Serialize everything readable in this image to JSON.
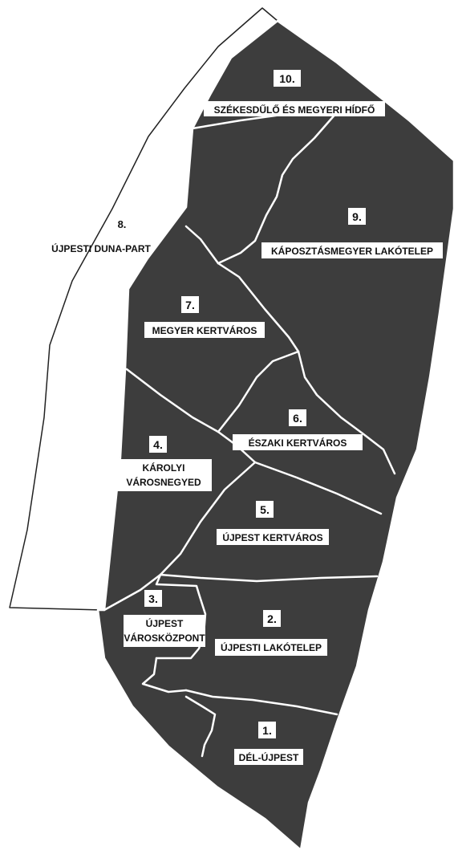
{
  "colors": {
    "district_fill": "#3d3d3d",
    "riverbank_fill": "#ffffff",
    "border": "#ffffff",
    "label_bg": "#ffffff",
    "label_text": "#111111"
  },
  "districts": [
    {
      "id": "d1",
      "number": "1.",
      "name": "DÉL-ÚJPEST"
    },
    {
      "id": "d2",
      "number": "2.",
      "name": "ÚJPESTI LAKÓTELEP"
    },
    {
      "id": "d3",
      "number": "3.",
      "name": "ÚJPEST\nVÁROSKÖZPONT"
    },
    {
      "id": "d4",
      "number": "4.",
      "name": "KÁROLYI\nVÁROSNEGYED"
    },
    {
      "id": "d5",
      "number": "5.",
      "name": "ÚJPEST KERTVÁROS"
    },
    {
      "id": "d6",
      "number": "6.",
      "name": "ÉSZAKI KERTVÁROS"
    },
    {
      "id": "d7",
      "number": "7.",
      "name": "MEGYER KERTVÁROS"
    },
    {
      "id": "d8",
      "number": "8.",
      "name": "ÚJPESTI DUNA-PART"
    },
    {
      "id": "d9",
      "number": "9.",
      "name": "KÁPOSZTÁSMEGYER LAKÓTELEP"
    },
    {
      "id": "d10",
      "number": "10.",
      "name": "SZÉKESDŰLŐ ÉS MEGYERI HÍDFŐ"
    }
  ]
}
